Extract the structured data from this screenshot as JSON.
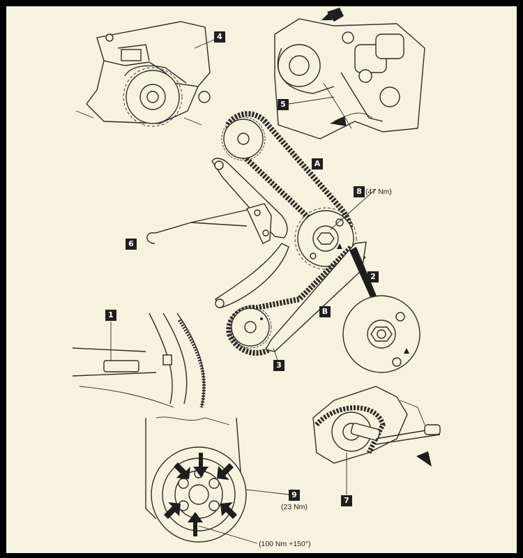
{
  "callouts": {
    "c1": "1",
    "c2": "2",
    "c3": "3",
    "c4": "4",
    "c5": "5",
    "c6": "6",
    "c7": "7",
    "c8": "8",
    "c9": "9",
    "cA": "A",
    "cB": "B"
  },
  "torques": {
    "t8": "(47 Nm)",
    "t9": "(23 Nm)",
    "t_crank": "(100 Nm +150°)"
  },
  "colors": {
    "background": "#f6f2dd",
    "frame": "#000000",
    "ink": "#1f1f1f"
  }
}
